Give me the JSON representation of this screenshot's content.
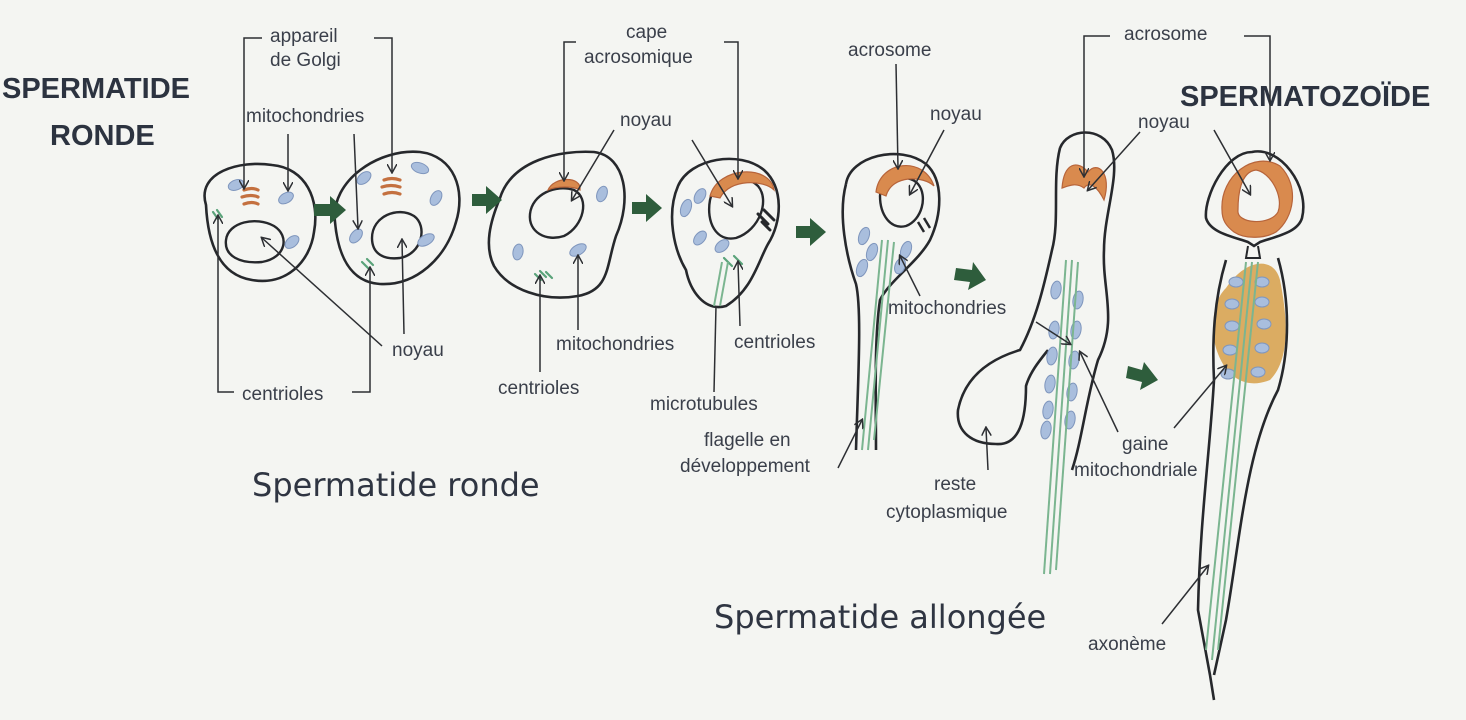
{
  "titles": {
    "left_title": [
      "SPERMATIDE",
      "RONDE"
    ],
    "right_title": "SPERMATOZOÏDE"
  },
  "section_labels": {
    "round": "Spermatide ronde",
    "elongated": "Spermatide allongée"
  },
  "labels": {
    "golgi": [
      "appareil",
      "de Golgi"
    ],
    "mitochondries": "mitochondries",
    "noyau": "noyau",
    "centrioles": "centrioles",
    "cape": [
      "cape",
      "acrosomique"
    ],
    "microtubules": "microtubules",
    "flagelle": [
      "flagelle  en",
      "développement"
    ],
    "acrosome": "acrosome",
    "reste": [
      "reste",
      "cytoplasmique"
    ],
    "gaine": [
      "gaine",
      "mitochondriale"
    ],
    "axoneme": "axonème"
  },
  "colors": {
    "acrosome": "#d98a4e",
    "mitochondria": "#a9bedd",
    "microtubules": "#7bb590",
    "mito_sheath": "#d9a85a",
    "stage_arrow": "#2e5d3c"
  }
}
